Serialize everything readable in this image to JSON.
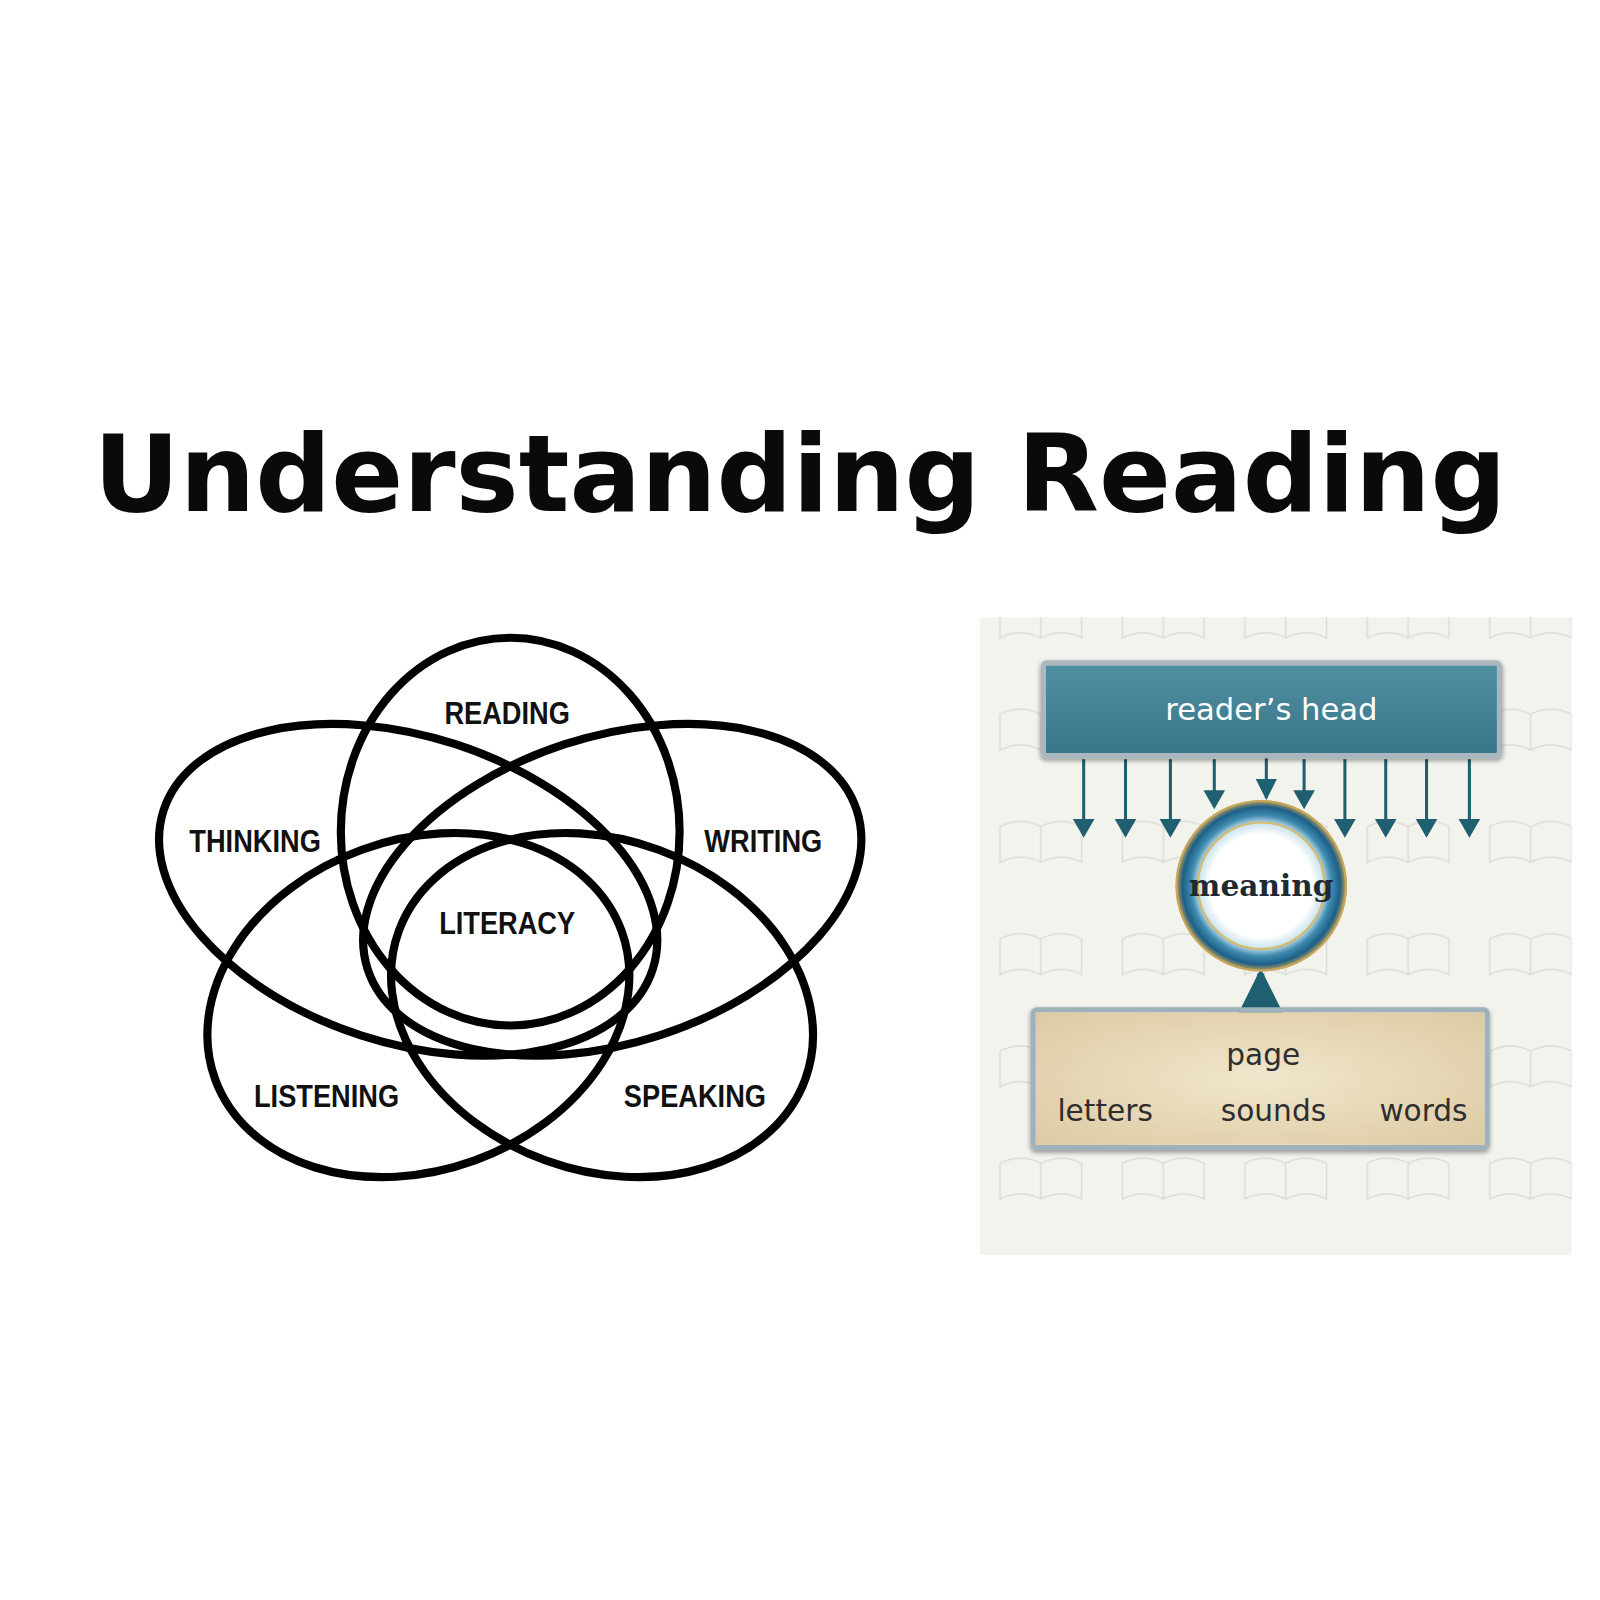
{
  "diagram": {
    "title": "Understanding Reading",
    "nodes": [
      {
        "text": [
          "READING"
        ]
      },
      {
        "text": [
          "THINKING"
        ]
      },
      {
        "text": [
          "WRITING"
        ]
      },
      {
        "text": [
          "LISTENING"
        ]
      },
      {
        "text": [
          "SPEAKING"
        ]
      },
      {
        "text": [
          "reader’s head"
        ]
      },
      {
        "text": [
          "meaning"
        ]
      },
      {
        "text": [
          "page",
          "letters",
          "sounds",
          "words"
        ]
      }
    ],
    "edges": [
      {
        "from": 5,
        "to": 6,
        "arrow": "to"
      },
      {
        "from": 7,
        "to": 6,
        "arrow": "to"
      }
    ],
    "labels": [
      "LITERACY"
    ]
  }
}
